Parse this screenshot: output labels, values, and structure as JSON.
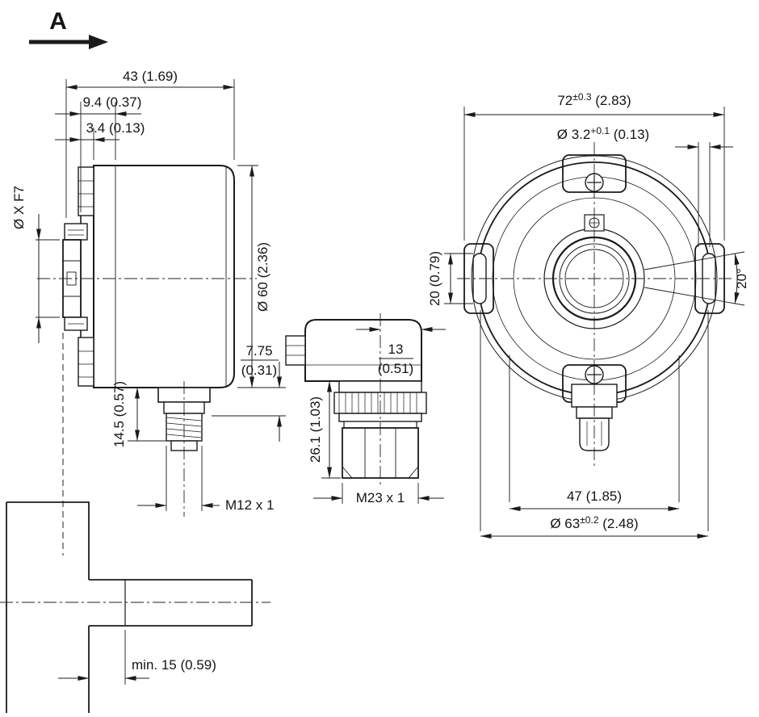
{
  "view_indicator": {
    "label": "A"
  },
  "side_view": {
    "dim_depth": "43 (1.69)",
    "dim_flange_depth": "9.4 (0.37)",
    "dim_clamp_depth": "3.4 (0.13)",
    "dim_shaft_bore": "Ø X F7",
    "dim_body_dia": "Ø 60 (2.36)",
    "dim_connector_offset_mm": "7.75",
    "dim_connector_offset_in": "(0.31)",
    "dim_connector_length": "14.5 (0.57)",
    "dim_connector_thread": "M12 x 1",
    "dim_shaft_insertion": "min. 15 (0.59)"
  },
  "connector_view": {
    "dim_offset_mm": "13",
    "dim_offset_in": "(0.51)",
    "dim_length": "26.1 (1.03)",
    "dim_thread": "M23 x 1"
  },
  "front_view": {
    "dim_overall_width": {
      "value": "72",
      "tolerance": "±0.3",
      "inch": " (2.83)"
    },
    "dim_pin_hole": {
      "value": "Ø 3.2",
      "tolerance": "+0.1",
      "inch": " (0.13)"
    },
    "dim_slot_length": "20 (0.79)",
    "dim_slot_angle": "20°",
    "dim_hole_spacing": "47 (1.85)",
    "dim_body_dia": {
      "value": "Ø 63",
      "tolerance": "±0.2",
      "inch": " (2.48)"
    }
  }
}
